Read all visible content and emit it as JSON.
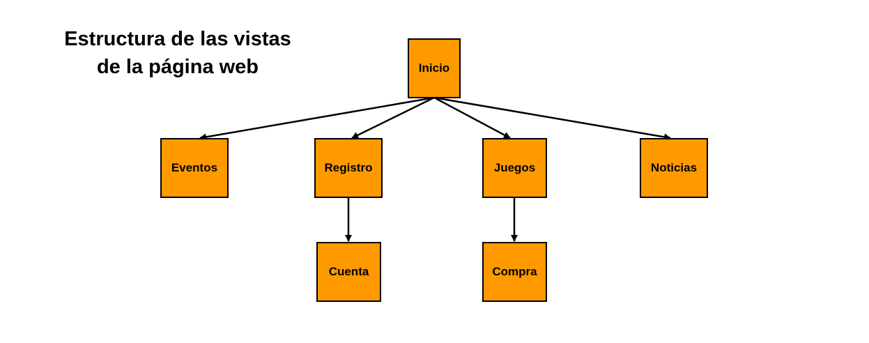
{
  "title": {
    "line1": "Estructura de las vistas",
    "line2": "de la página web"
  },
  "colors": {
    "node_fill": "#ff9900",
    "node_border": "#000000",
    "edge": "#000000",
    "background": "#ffffff"
  },
  "nodes": {
    "inicio": "Inicio",
    "eventos": "Eventos",
    "registro": "Registro",
    "juegos": "Juegos",
    "noticias": "Noticias",
    "cuenta": "Cuenta",
    "compra": "Compra"
  },
  "edges": [
    [
      "inicio",
      "eventos"
    ],
    [
      "inicio",
      "registro"
    ],
    [
      "inicio",
      "juegos"
    ],
    [
      "inicio",
      "noticias"
    ],
    [
      "registro",
      "cuenta"
    ],
    [
      "juegos",
      "compra"
    ]
  ]
}
